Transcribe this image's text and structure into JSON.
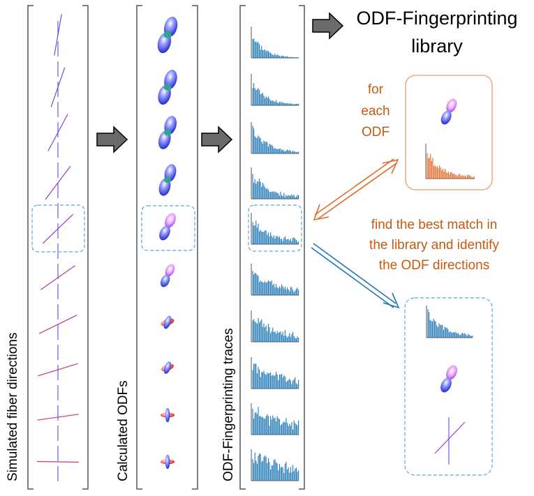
{
  "columns": {
    "fibers_label": "Simulated fiber directions",
    "odfs_label": "Calculated ODFs",
    "traces_label": "ODF-Fingerprinting traces"
  },
  "library": {
    "title_line1": "ODF-Fingerprinting",
    "title_line2": "library",
    "note_lines": [
      "for",
      "each",
      "ODF"
    ]
  },
  "match": {
    "lines": [
      "find the best match in",
      "the library and identify",
      "the ODF directions"
    ]
  },
  "colors": {
    "fiber_cool": "#6a4bd8",
    "fiber_warm": "#e0306a",
    "axis_line": "#6a5be0",
    "dash_box": "#5ba7d9",
    "trace_blue": "#1f77b4",
    "trace_orange": "#e06a2a",
    "accent_orange": "#c55a11",
    "library_box": "#e89c74",
    "arrow_gray": "#6b6b6b"
  },
  "icons": {
    "flow_arrow": "block-right-arrow-icon",
    "odf_glyph": "odf-glyph-icon",
    "trace": "trace-plot-icon"
  }
}
